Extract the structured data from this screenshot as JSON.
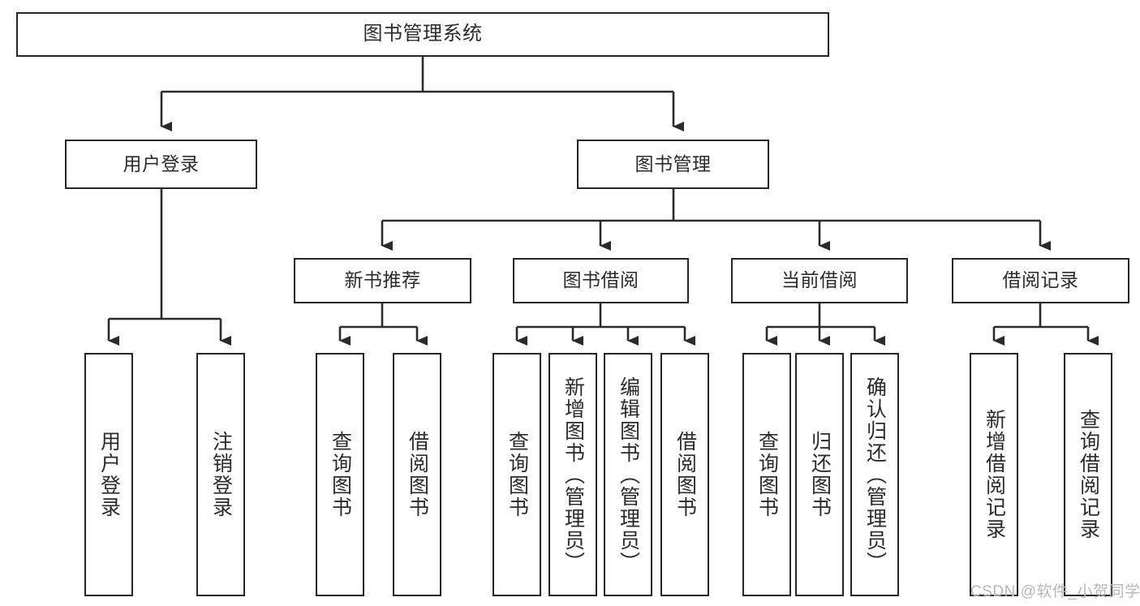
{
  "diagram": {
    "title": "图书管理系统",
    "watermark": "CSDN @软件_小贺同学",
    "colors": {
      "box_border": "#262626",
      "box_fill": "#ffffff",
      "connector": "#2b2b2b",
      "text": "#2b2b2b",
      "watermark": "#b8b8b8",
      "background": "#ffffff"
    },
    "nodes": {
      "root": {
        "label": "图书管理系统"
      },
      "level1": [
        {
          "id": "user-login",
          "label": "用户登录"
        },
        {
          "id": "book-management",
          "label": "图书管理"
        }
      ],
      "level2": [
        {
          "id": "new-book-recommend",
          "label": "新书推荐"
        },
        {
          "id": "book-borrow",
          "label": "图书借阅"
        },
        {
          "id": "current-borrow",
          "label": "当前借阅"
        },
        {
          "id": "borrow-record",
          "label": "借阅记录"
        }
      ],
      "leaves": {
        "user-login": [
          {
            "id": "leaf-user-login",
            "label": "用户登录"
          },
          {
            "id": "leaf-logout-login",
            "label": "注销登录"
          }
        ],
        "new-book-recommend": [
          {
            "id": "leaf-query-book-1",
            "label": "查询图书"
          },
          {
            "id": "leaf-borrow-book-1",
            "label": "借阅图书"
          }
        ],
        "book-borrow": [
          {
            "id": "leaf-query-book-2",
            "label": "查询图书"
          },
          {
            "id": "leaf-add-book-admin",
            "label": "新增图书（管理员）"
          },
          {
            "id": "leaf-edit-book-admin",
            "label": "编辑图书（管理员）"
          },
          {
            "id": "leaf-borrow-book-2",
            "label": "借阅图书"
          }
        ],
        "current-borrow": [
          {
            "id": "leaf-query-book-3",
            "label": "查询图书"
          },
          {
            "id": "leaf-return-book",
            "label": "归还图书"
          },
          {
            "id": "leaf-confirm-return-admin",
            "label": "确认归还（管理员）"
          }
        ],
        "borrow-record": [
          {
            "id": "leaf-add-borrow-record",
            "label": "新增借阅记录"
          },
          {
            "id": "leaf-query-borrow-record",
            "label": "查询借阅记录"
          }
        ]
      }
    }
  }
}
